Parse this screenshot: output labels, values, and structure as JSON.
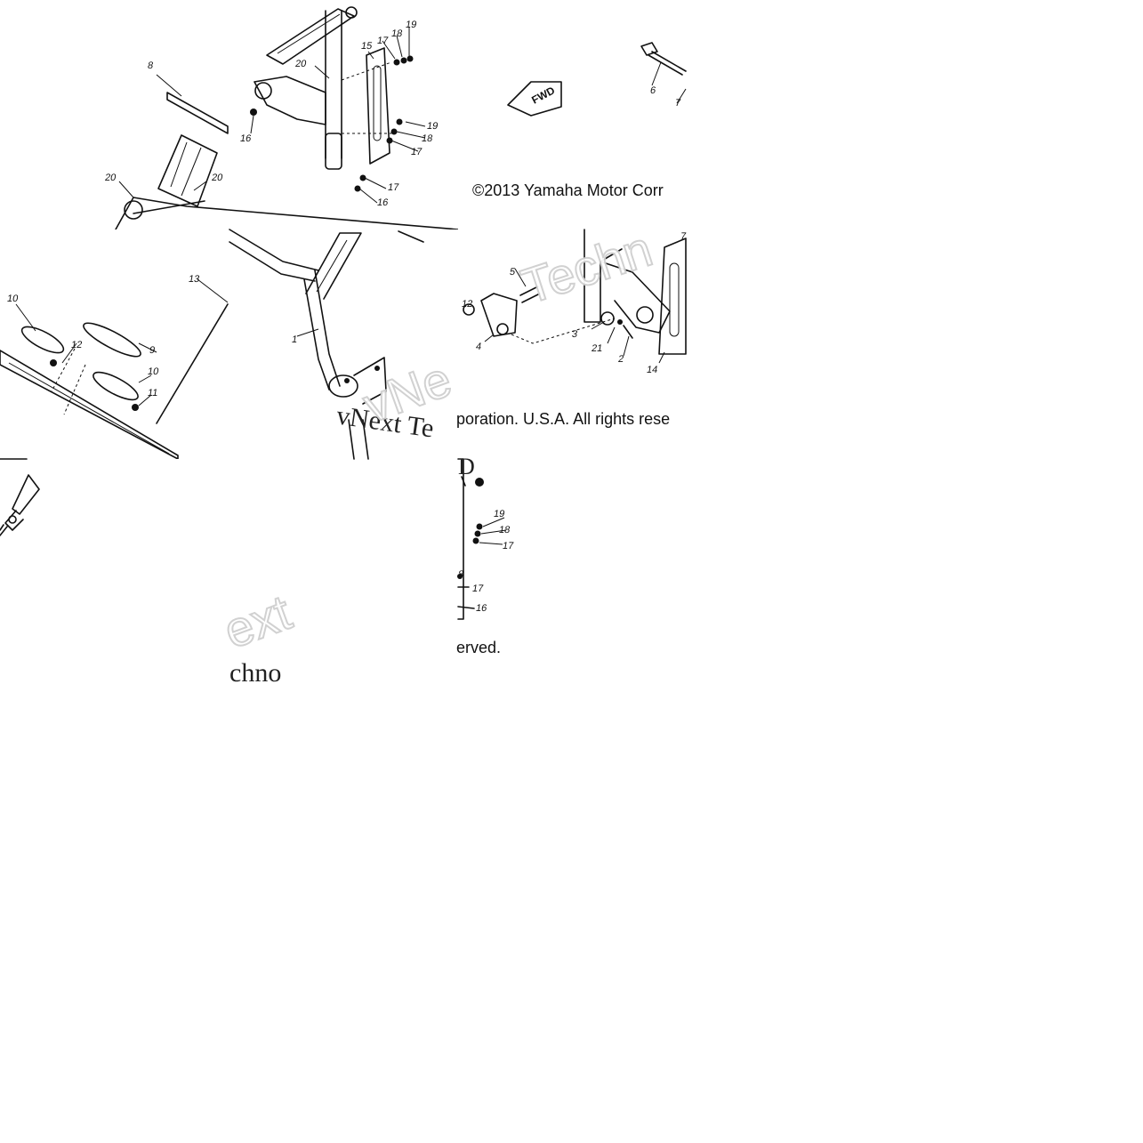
{
  "copyright": {
    "line1": "©2013 Yamaha Motor Corr",
    "line2": "poration. U.S.A. All rights rese",
    "line3": "erved."
  },
  "watermark": {
    "outline_a": "Techn",
    "outline_b": "vNe",
    "outline_c": "xt",
    "outline_d": "Te",
    "outline_e": "ext",
    "serif_a": "vNext Te",
    "serif_b": "chno",
    "serif_c": "D"
  },
  "fwd_badge": "FWD",
  "callouts": {
    "t1": [
      "19",
      "18",
      "17",
      "15",
      "20",
      "16",
      "19",
      "18",
      "17",
      "17",
      "16",
      "8",
      "20",
      "20"
    ],
    "t2": [
      "6",
      "7"
    ],
    "t3": [
      "10",
      "12",
      "9",
      "10",
      "11",
      "13"
    ],
    "t4": [
      "1"
    ],
    "t5": [
      "7",
      "5",
      "12",
      "4",
      "3",
      "21",
      "2",
      "14"
    ],
    "t6": [
      "19",
      "18",
      "17",
      "8",
      "17",
      "16"
    ]
  }
}
